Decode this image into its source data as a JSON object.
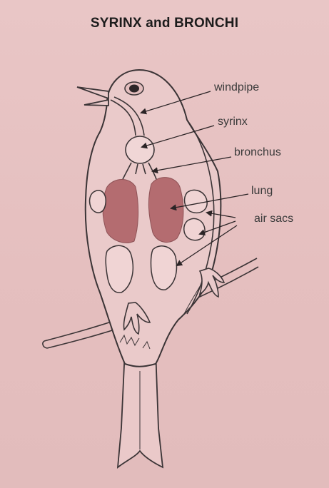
{
  "title": "SYRINX and BRONCHI",
  "labels": {
    "windpipe": "windpipe",
    "syrinx": "syrinx",
    "bronchus": "bronchus",
    "lung": "lung",
    "air_sacs": "air sacs"
  },
  "colors": {
    "background": "#e6c3c3",
    "outline": "#3b3436",
    "lung_fill": "#b46c70",
    "body_fill": "#e9c8c8"
  }
}
